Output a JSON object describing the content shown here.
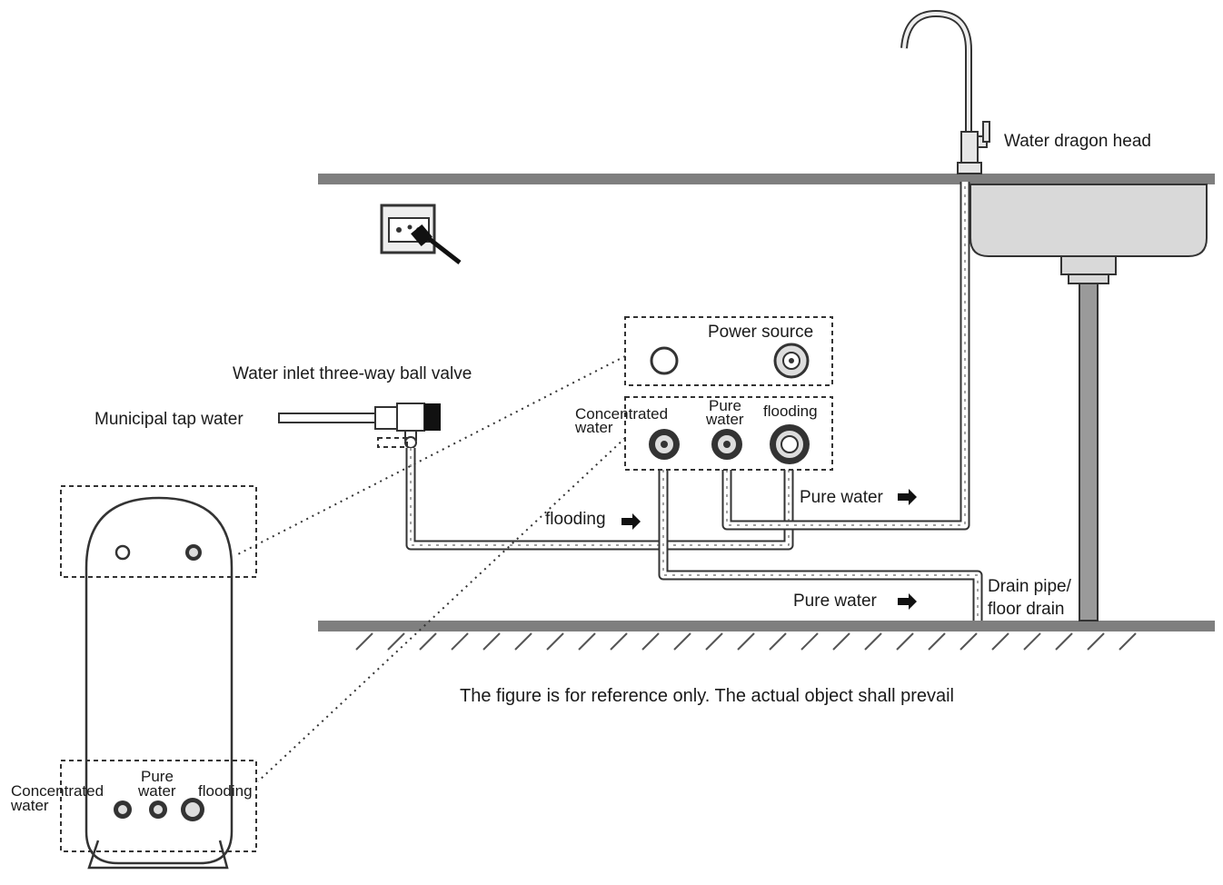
{
  "labels": {
    "faucet": "Water dragon head",
    "power": "Power source",
    "valve": "Water inlet three-way ball valve",
    "municipal": "Municipal tap water",
    "conc_line1": "Concentrated",
    "conc_line2": "water",
    "pure_line1": "Pure",
    "pure_line2": "water",
    "flooding_port": "flooding",
    "flooding_flow": "flooding",
    "pure_flow_upper": "Pure water",
    "pure_flow_lower": "Pure water",
    "drain_line1": "Drain pipe/",
    "drain_line2": "floor drain",
    "unit_conc_line1": "Concentrated",
    "unit_conc_line2": "water",
    "unit_pure_line1": "Pure",
    "unit_pure_line2": "water",
    "unit_flooding": "flooding"
  },
  "note": "The figure is for reference only. The actual object shall prevail",
  "colors": {
    "line": "#333333",
    "counter": "#7f7f7f",
    "sink": "#d9d9d9",
    "background": "#ffffff"
  },
  "icons": [
    "faucet-icon",
    "wall-socket-icon",
    "plug-icon",
    "ball-valve-icon",
    "sink-icon",
    "drain-pipe-icon",
    "water-purifier-icon"
  ]
}
